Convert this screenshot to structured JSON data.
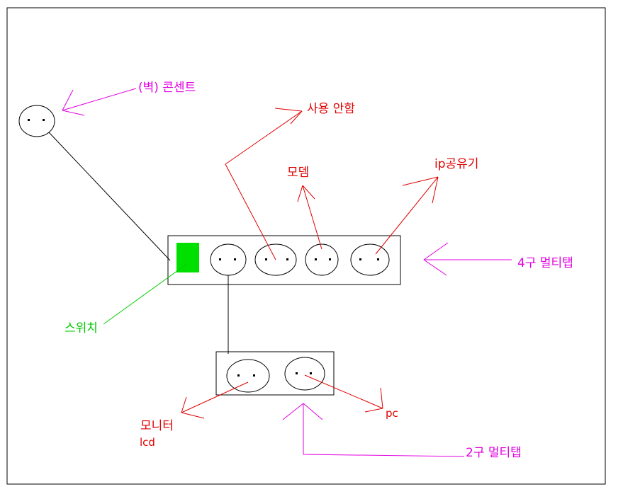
{
  "labels": {
    "wall_outlet": "(벽) 콘센트",
    "unused": "사용 안함",
    "modem": "모뎀",
    "ip_router": "ip공유기",
    "strip4": "4구 멀티탭",
    "switch": "스위치",
    "monitor": "모니터",
    "lcd": "lcd",
    "pc": "pc",
    "strip2": "2구 멀티탭"
  },
  "colors": {
    "line": "#000000",
    "red_annotation": "#e00000",
    "magenta_annotation": "#e000e0",
    "switch_green": "#00e000",
    "switch_label_green": "#00cc00"
  }
}
